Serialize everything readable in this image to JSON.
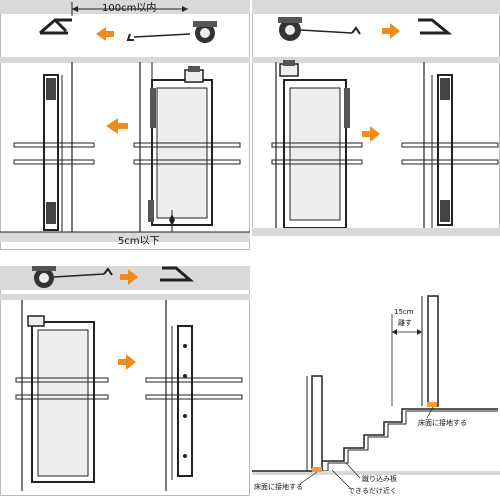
{
  "panels": {
    "top_left": {
      "distance_label": "100cm以内",
      "gap_label": "5cm以下"
    },
    "top_right": {},
    "bottom_left": {},
    "bottom_right": {
      "offset_label_value": "15cm",
      "offset_label_unit": "離す",
      "floor_contact_top": "床面に接地する",
      "floor_contact_bottom": "床面に接地する",
      "riser_label": "蹴り込み板",
      "closer_label": "できるだけ近く"
    }
  },
  "colors": {
    "arrow": "#f08c1e",
    "gray_band": "#d9d9d9",
    "line": "#222222",
    "accent_orange": "#f0a030"
  }
}
